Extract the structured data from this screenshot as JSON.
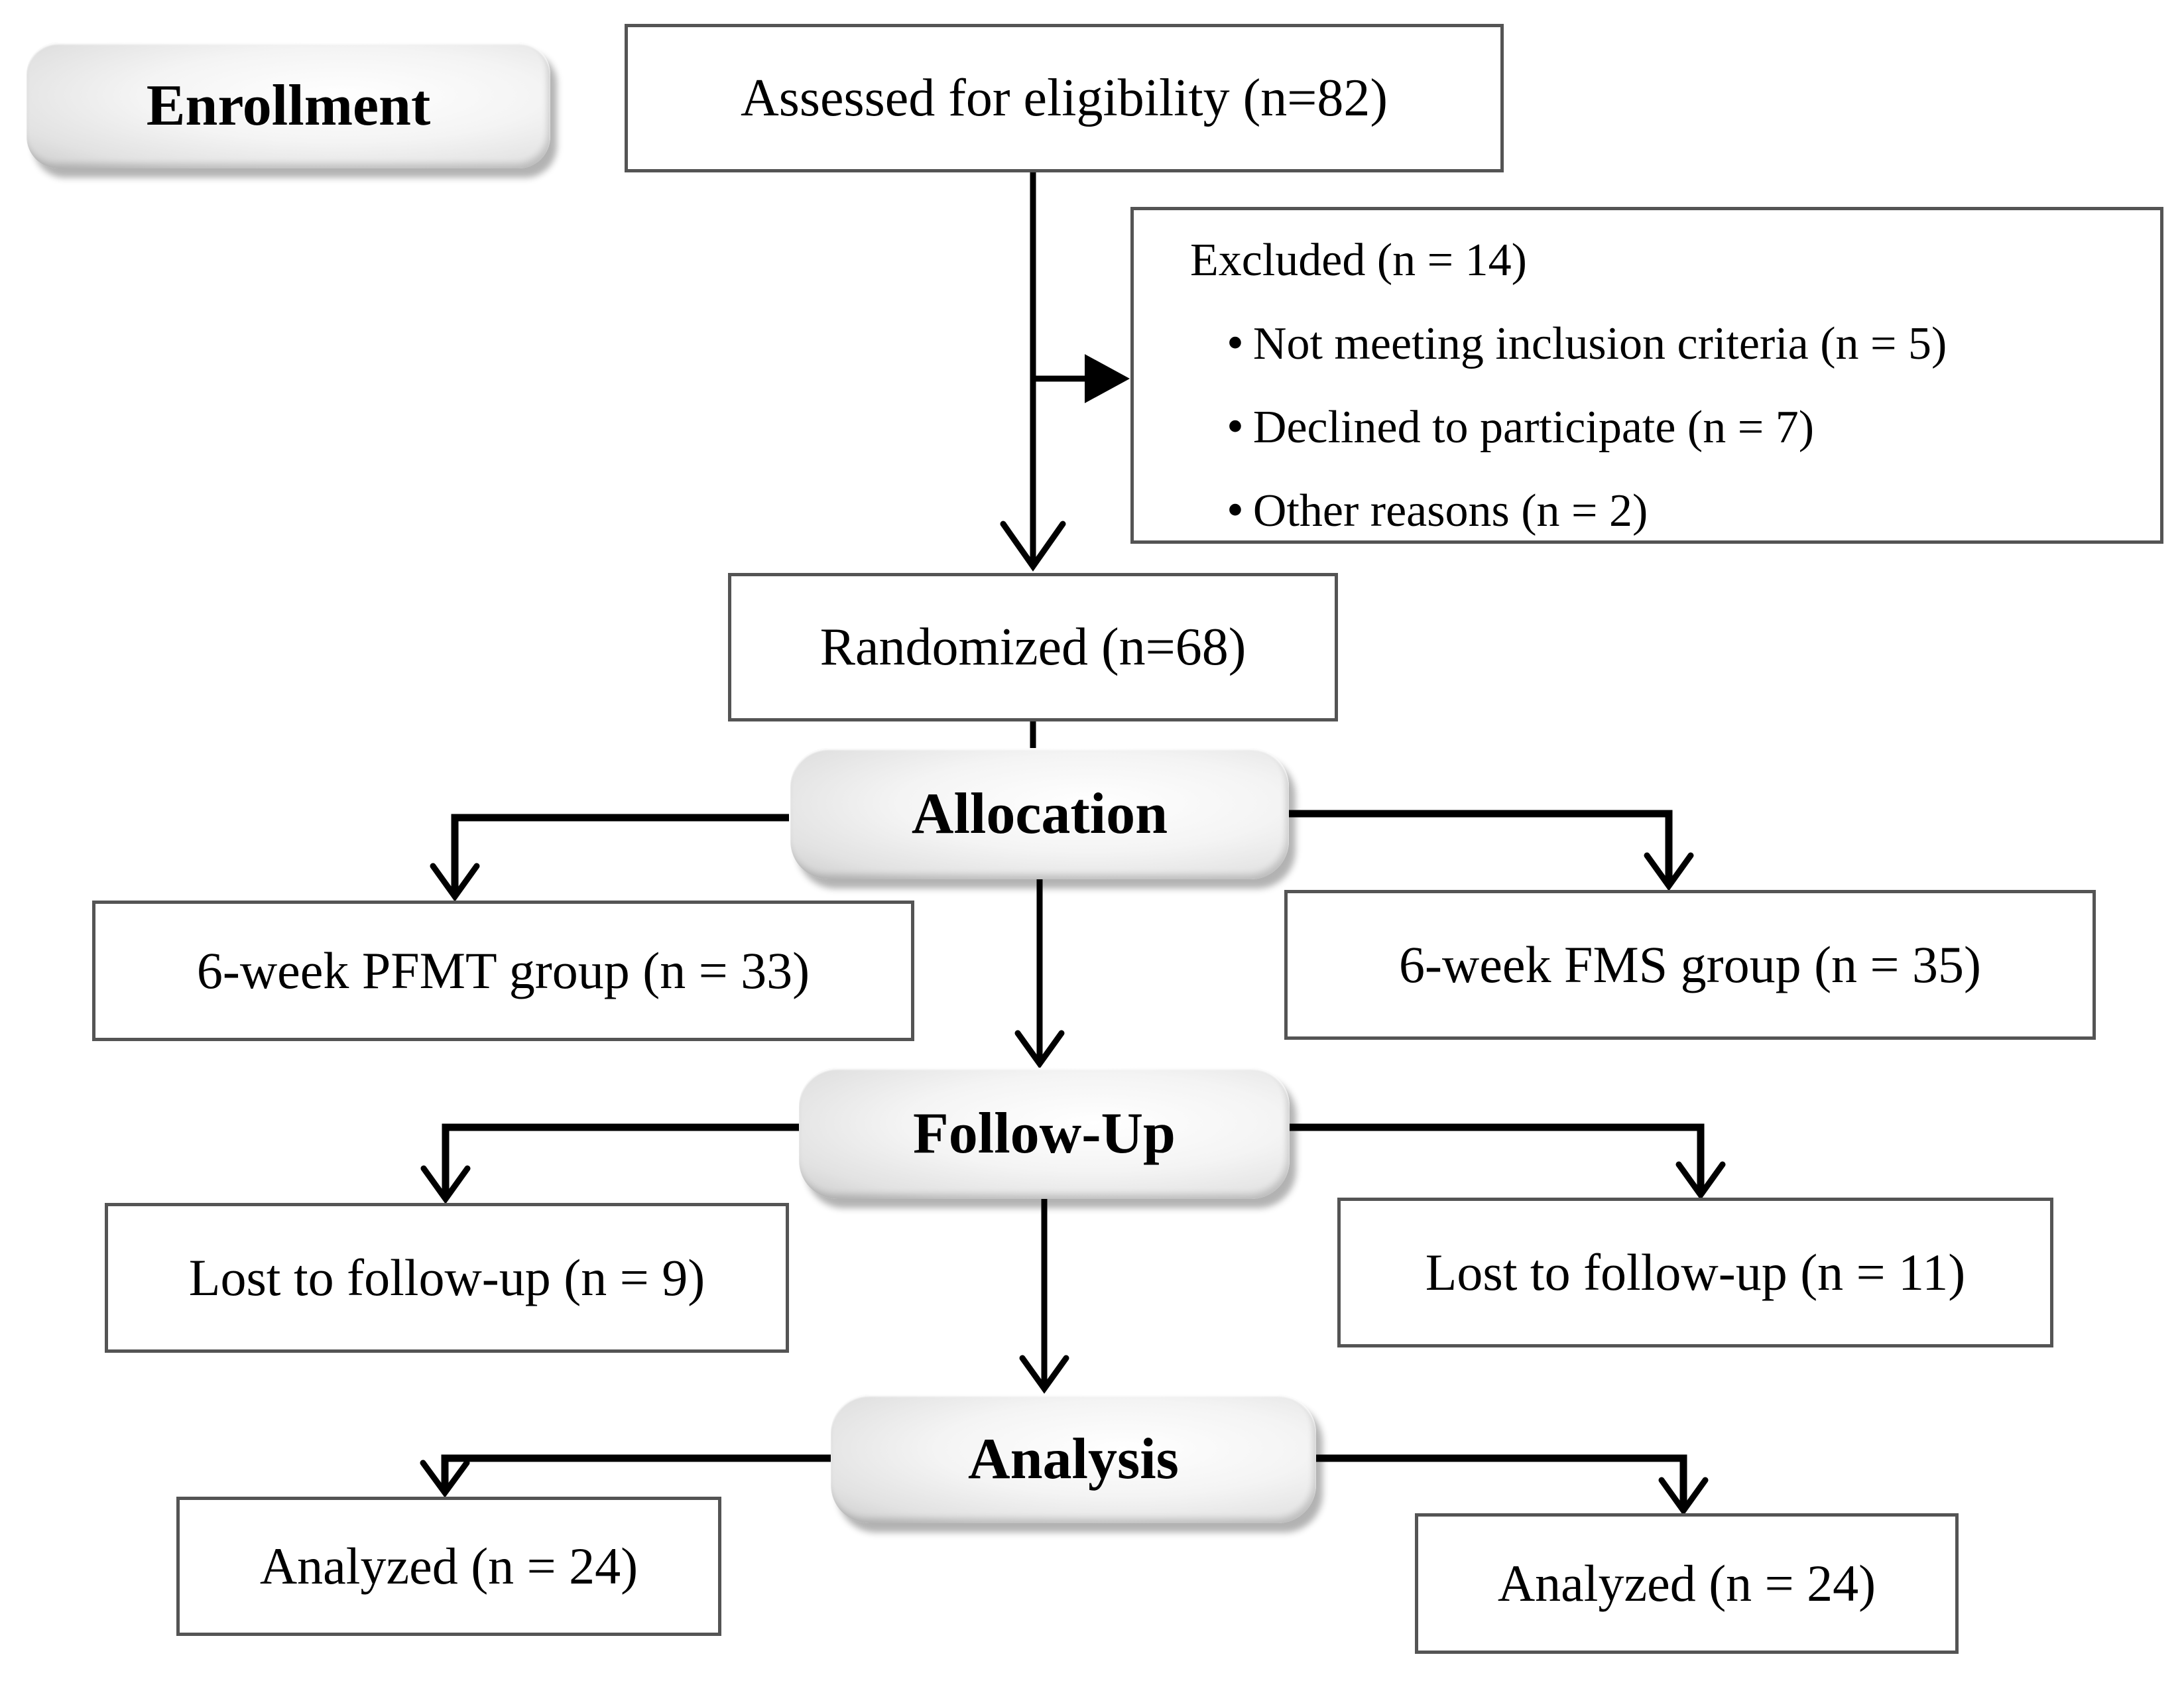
{
  "stages": {
    "enrollment": "Enrollment",
    "allocation": "Allocation",
    "followup": "Follow-Up",
    "analysis": "Analysis"
  },
  "enrollment": {
    "assessed": "Assessed for eligibility (n=82)",
    "randomized": "Randomized (n=68)"
  },
  "excluded": {
    "title": "Excluded (n = 14)",
    "items": [
      "Not meeting inclusion criteria (n = 5)",
      "Declined to participate (n = 7)",
      "Other reasons (n = 2)"
    ]
  },
  "allocation": {
    "left_group": "6-week PFMT group (n = 33)",
    "right_group": "6-week FMS group (n = 35)"
  },
  "followup": {
    "left_lost": "Lost to follow-up (n = 9)",
    "right_lost": "Lost to follow-up (n = 11)"
  },
  "analysis": {
    "left_analyzed": "Analyzed (n = 24)",
    "right_analyzed": "Analyzed (n = 24)"
  },
  "glyphs": {
    "bullet": "•"
  },
  "colors": {
    "background": "#ffffff",
    "box_border": "#545454",
    "text": "#000000",
    "connector_line": "#000000",
    "badge_gradient_center": "#ffffff",
    "badge_gradient_edge": "#cbcbcb",
    "badge_shadow": "rgba(0,0,0,0.30)"
  }
}
